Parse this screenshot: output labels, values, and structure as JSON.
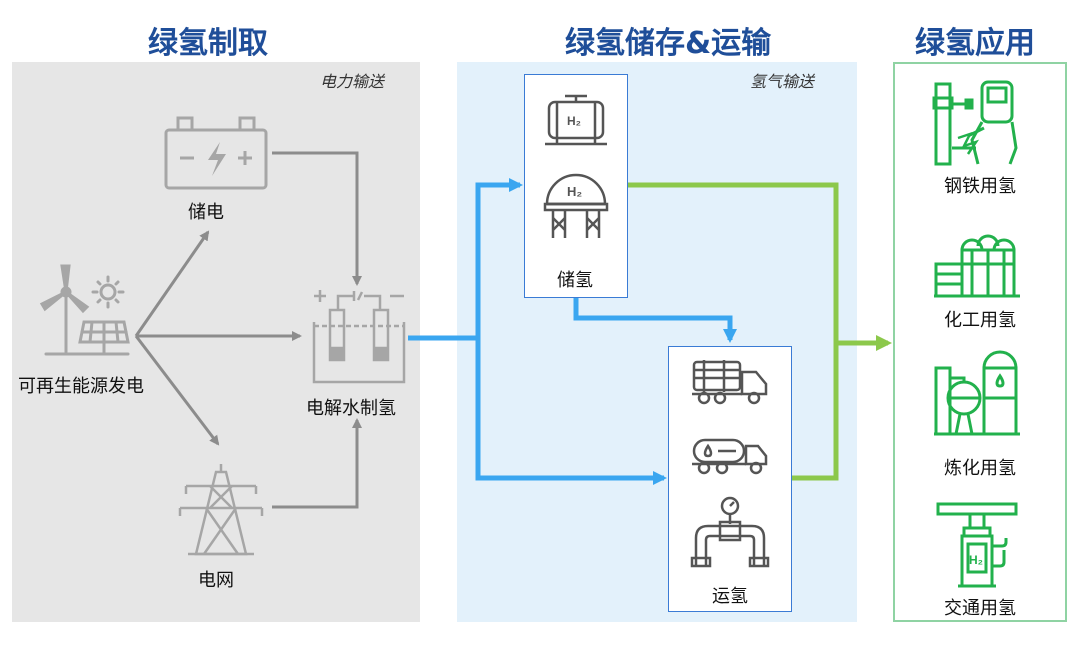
{
  "titles": {
    "production": "绿氢制取",
    "storage": "绿氢储存&运输",
    "application": "绿氢应用"
  },
  "notes": {
    "power_transmission": "电力输送",
    "hydrogen_transmission": "氢气输送"
  },
  "nodes": {
    "renewable": "可再生能源发电",
    "battery": "储电",
    "grid": "电网",
    "electrolysis": "电解水制氢",
    "storage": "储氢",
    "transport": "运氢"
  },
  "applications": [
    {
      "label": "钢铁用氢",
      "icon": "steel-worker-icon"
    },
    {
      "label": "化工用氢",
      "icon": "chemical-plant-icon"
    },
    {
      "label": "炼化用氢",
      "icon": "refinery-icon"
    },
    {
      "label": "交通用氢",
      "icon": "hydrogen-pump-icon"
    }
  ],
  "icon_text": {
    "h2": "H₂"
  },
  "colors": {
    "title_blue": "#1f4e99",
    "panel_gray": "#e6e6e6",
    "panel_blue": "#e3f1fb",
    "flow_blue": "#3aa6f0",
    "flow_green": "#8cc84b",
    "icon_green": "#22b14c",
    "icon_gray": "#a6a6a6",
    "icon_dark": "#555555"
  }
}
